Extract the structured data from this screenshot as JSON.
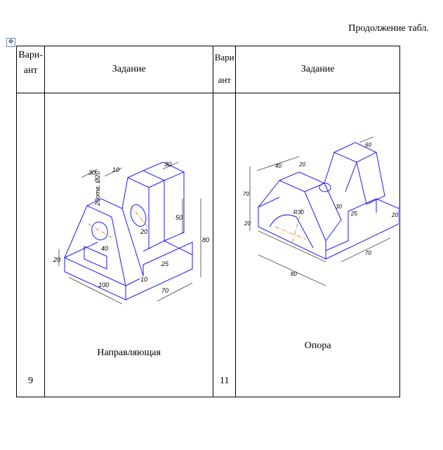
{
  "caption": "Продолжение табл.",
  "table": {
    "headers": {
      "variant_left": "Вари-\nант",
      "task_left": "Задание",
      "variant_right": "Вари\nант",
      "task_right": "Задание"
    },
    "rows": [
      {
        "variant_left": "9",
        "name_left": "Направляющая",
        "variant_right": "11",
        "name_right": "Опора"
      }
    ]
  },
  "drawing_left": {
    "dims": [
      "30",
      "10",
      "30",
      "20отв. Ø20",
      "20",
      "50",
      "80",
      "40",
      "20",
      "25",
      "10",
      "70",
      "100"
    ]
  },
  "drawing_right": {
    "dims": [
      "40",
      "20",
      "60",
      "70",
      "R30",
      "30",
      "25",
      "20",
      "80",
      "70",
      "20"
    ]
  },
  "colors": {
    "outline": "#1a1aff",
    "dimension": "#000000",
    "axis": "#e07000"
  }
}
